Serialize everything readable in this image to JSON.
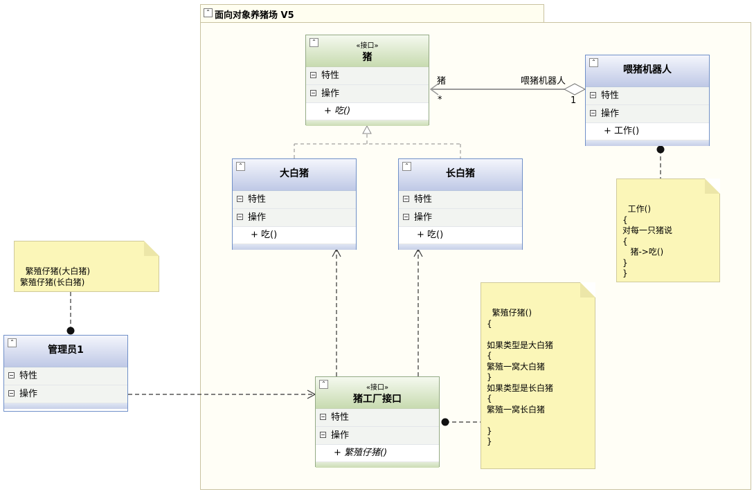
{
  "package": {
    "title": "面向对象养猪场 V5"
  },
  "classes": {
    "pig": {
      "stereotype": "«接口»",
      "name": "猪",
      "attributes_label": "特性",
      "operations_label": "操作",
      "operations": [
        "+ 吃()"
      ]
    },
    "big_white_pig": {
      "name": "大白猪",
      "attributes_label": "特性",
      "operations_label": "操作",
      "operations": [
        "+ 吃()"
      ]
    },
    "long_white_pig": {
      "name": "长白猪",
      "attributes_label": "特性",
      "operations_label": "操作",
      "operations": [
        "+ 吃()"
      ]
    },
    "feeding_robot": {
      "name": "喂猪机器人",
      "attributes_label": "特性",
      "operations_label": "操作",
      "operations": [
        "+ 工作()"
      ]
    },
    "manager": {
      "name": "管理员1",
      "attributes_label": "特性",
      "operations_label": "操作"
    },
    "pig_factory": {
      "stereotype": "«接口»",
      "name": "猪工厂接口",
      "attributes_label": "特性",
      "operations_label": "操作",
      "operations": [
        "+ 繁殖仔猪()"
      ]
    }
  },
  "association": {
    "target_role": "猪",
    "target_multiplicity": "*",
    "source_role": "喂猪机器人",
    "source_multiplicity": "1"
  },
  "notes": {
    "manager_note": "繁殖仔猪(大白猪)\n繁殖仔猪(长白猪)",
    "robot_note": "工作()\n{\n对每一只猪说\n{\n   猪->吃()\n}\n}",
    "factory_note": "繁殖仔猪()\n{\n\n如果类型是大白猪\n{\n繁殖一窝大白猪\n}\n如果类型是长白猪\n{\n繁殖一窝长白猪\n\n}\n}"
  },
  "colors": {
    "class_header": "#bfc9e6",
    "interface_header": "#c8dbb0",
    "note": "#fbf6b8",
    "package": "#fffef6"
  }
}
